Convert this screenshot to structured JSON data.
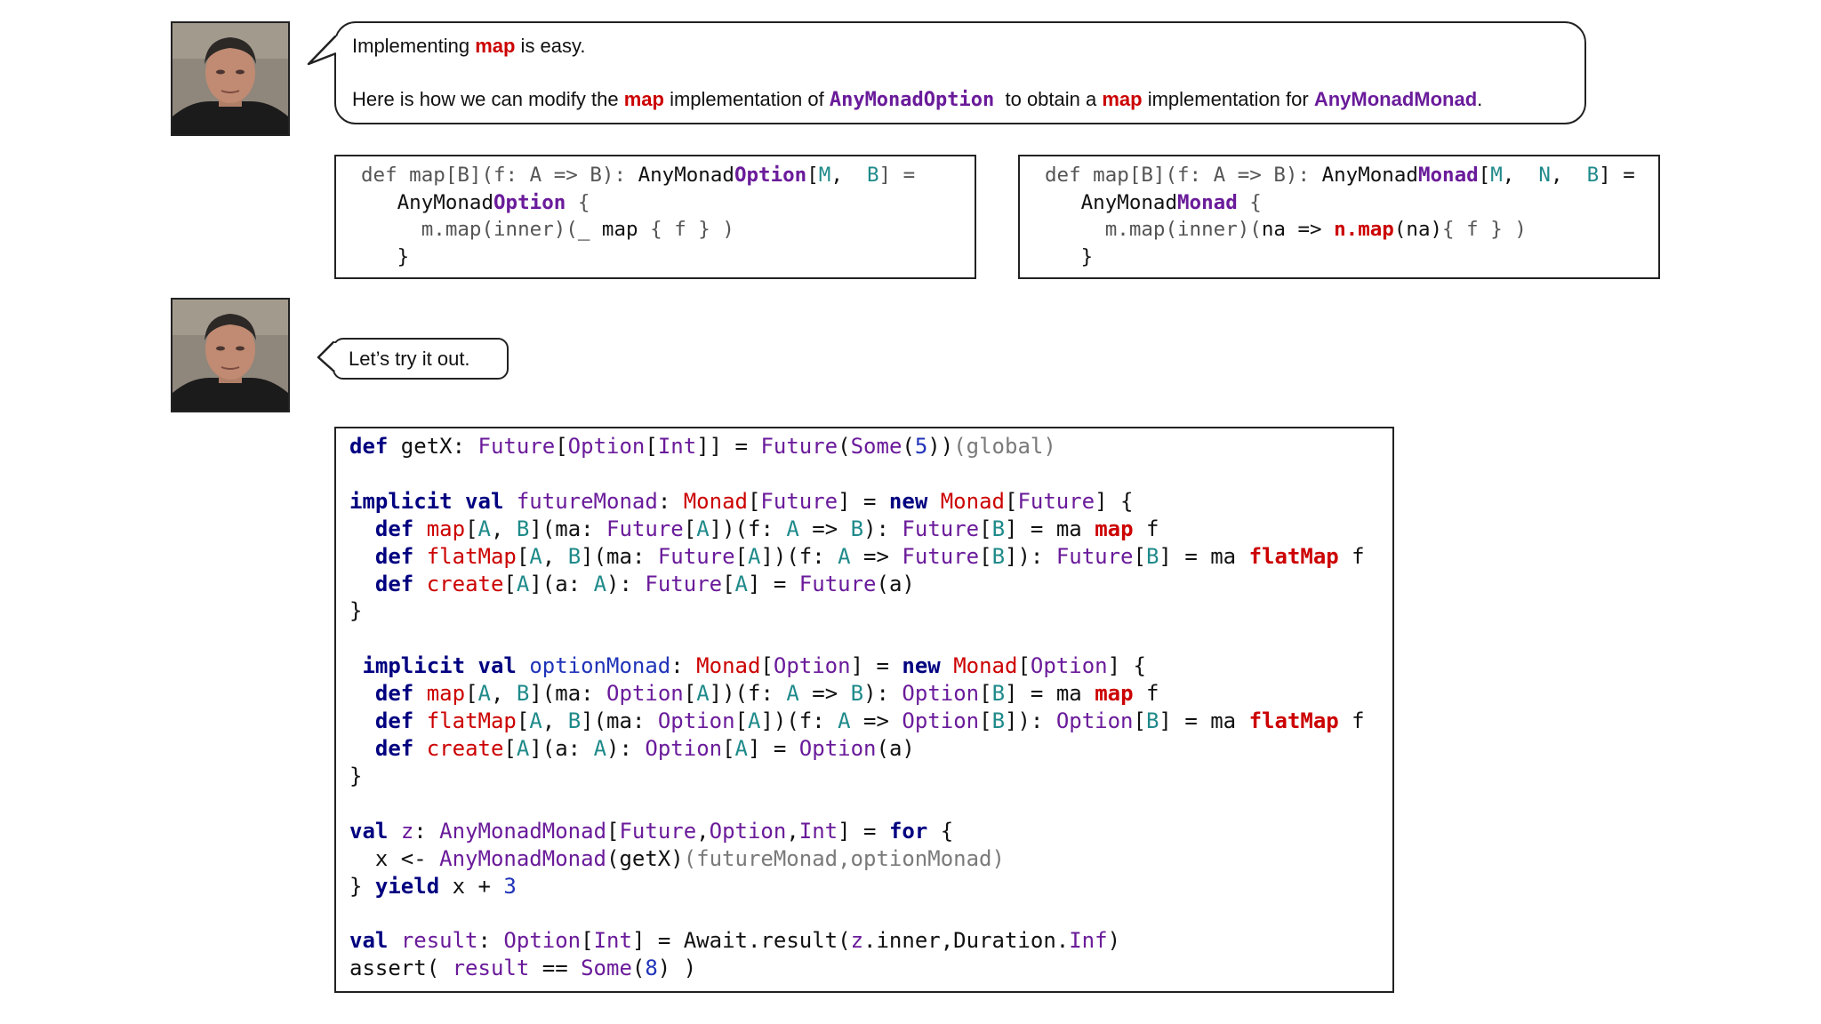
{
  "colors": {
    "keyword": "#000080",
    "red": "#cc0000",
    "purple": "#6a1b9a",
    "teal": "#1f8a8a",
    "blue": "#1f33b8",
    "gray": "#7a7a7a",
    "text": "#111111"
  },
  "avatar_icon": "person-photo-icon",
  "bubble1": {
    "line1": [
      {
        "t": "Implementing "
      },
      {
        "t": "map",
        "c": "red",
        "b": true
      },
      {
        "t": " is easy."
      }
    ],
    "line2": [
      {
        "t": "Here is how we can modify the "
      },
      {
        "t": "map",
        "c": "red",
        "b": true
      },
      {
        "t": " implementation of "
      },
      {
        "t": "AnyMonadOption",
        "c": "purple",
        "b": true,
        "mono": true
      },
      {
        "t": "  to obtain a "
      },
      {
        "t": "map",
        "c": "red",
        "b": true
      },
      {
        "t": " implementation for "
      },
      {
        "t": "AnyMonadMonad",
        "c": "purple",
        "b": true
      },
      {
        "t": "."
      }
    ]
  },
  "bubble2": {
    "text": [
      {
        "t": "Let’s try it out."
      }
    ]
  },
  "code_left": [
    [
      {
        "t": "def map[B](f: A => B): "
      },
      {
        "t": "AnyMonad",
        "c": "text"
      },
      {
        "t": "Option",
        "c": "purple",
        "b": true
      },
      {
        "t": "[",
        "c": "text"
      },
      {
        "t": "M",
        "c": "teal"
      },
      {
        "t": ",  ",
        "c": "text"
      },
      {
        "t": "B",
        "c": "teal"
      },
      {
        "t": "] ="
      }
    ],
    [
      {
        "t": "   "
      },
      {
        "t": "AnyMonad",
        "c": "text"
      },
      {
        "t": "Option",
        "c": "purple",
        "b": true
      },
      {
        "t": " {"
      }
    ],
    [
      {
        "t": "     m.map(inner)("
      },
      {
        "t": "_ map",
        "c": "text"
      },
      {
        "t": " { f } )"
      }
    ],
    [
      {
        "t": "   "
      },
      {
        "t": "}",
        "c": "text"
      }
    ]
  ],
  "code_right": [
    [
      {
        "t": "def map[B](f: A => B): "
      },
      {
        "t": "AnyMonad",
        "c": "text"
      },
      {
        "t": "Monad",
        "c": "purple",
        "b": true
      },
      {
        "t": "[",
        "c": "text"
      },
      {
        "t": "M",
        "c": "teal"
      },
      {
        "t": ",  ",
        "c": "text"
      },
      {
        "t": "N",
        "c": "teal"
      },
      {
        "t": ",  ",
        "c": "text"
      },
      {
        "t": "B",
        "c": "teal"
      },
      {
        "t": "] =",
        "c": "text"
      }
    ],
    [
      {
        "t": "   "
      },
      {
        "t": "AnyMonad",
        "c": "text"
      },
      {
        "t": "Monad",
        "c": "purple",
        "b": true
      },
      {
        "t": " {"
      }
    ],
    [
      {
        "t": "     m.map(inner)("
      },
      {
        "t": "na =>",
        "c": "text"
      },
      {
        "t": " "
      },
      {
        "t": "n.map",
        "c": "red",
        "b": true
      },
      {
        "t": "(na)",
        "c": "text"
      },
      {
        "t": "{ f } )"
      }
    ],
    [
      {
        "t": "   "
      },
      {
        "t": "}",
        "c": "text"
      }
    ]
  ],
  "code_main": [
    [
      {
        "t": "def",
        "c": "keyword",
        "b": true
      },
      {
        "t": " getX: "
      },
      {
        "t": "Future",
        "c": "purple"
      },
      {
        "t": "["
      },
      {
        "t": "Option",
        "c": "purple"
      },
      {
        "t": "["
      },
      {
        "t": "Int",
        "c": "purple"
      },
      {
        "t": "]] = "
      },
      {
        "t": "Future",
        "c": "purple"
      },
      {
        "t": "("
      },
      {
        "t": "Some",
        "c": "purple"
      },
      {
        "t": "("
      },
      {
        "t": "5",
        "c": "blue"
      },
      {
        "t": "))"
      },
      {
        "t": "(global)",
        "c": "gray"
      }
    ],
    [],
    [
      {
        "t": "implicit",
        "c": "keyword",
        "b": true
      },
      {
        "t": " "
      },
      {
        "t": "val",
        "c": "keyword",
        "b": true
      },
      {
        "t": " "
      },
      {
        "t": "futureMonad",
        "c": "purple"
      },
      {
        "t": ": "
      },
      {
        "t": "Monad",
        "c": "red"
      },
      {
        "t": "["
      },
      {
        "t": "Future",
        "c": "purple"
      },
      {
        "t": "] = "
      },
      {
        "t": "new",
        "c": "keyword",
        "b": true
      },
      {
        "t": " "
      },
      {
        "t": "Monad",
        "c": "red"
      },
      {
        "t": "["
      },
      {
        "t": "Future",
        "c": "purple"
      },
      {
        "t": "] {"
      }
    ],
    [
      {
        "t": "  "
      },
      {
        "t": "def",
        "c": "keyword",
        "b": true
      },
      {
        "t": " "
      },
      {
        "t": "map",
        "c": "red"
      },
      {
        "t": "["
      },
      {
        "t": "A",
        "c": "teal"
      },
      {
        "t": ", "
      },
      {
        "t": "B",
        "c": "teal"
      },
      {
        "t": "](ma: "
      },
      {
        "t": "Future",
        "c": "purple"
      },
      {
        "t": "["
      },
      {
        "t": "A",
        "c": "teal"
      },
      {
        "t": "])(f: "
      },
      {
        "t": "A",
        "c": "teal"
      },
      {
        "t": " => "
      },
      {
        "t": "B",
        "c": "teal"
      },
      {
        "t": "): "
      },
      {
        "t": "Future",
        "c": "purple"
      },
      {
        "t": "["
      },
      {
        "t": "B",
        "c": "teal"
      },
      {
        "t": "] = ma "
      },
      {
        "t": "map",
        "c": "red",
        "b": true
      },
      {
        "t": " f"
      }
    ],
    [
      {
        "t": "  "
      },
      {
        "t": "def",
        "c": "keyword",
        "b": true
      },
      {
        "t": " "
      },
      {
        "t": "flatMap",
        "c": "red"
      },
      {
        "t": "["
      },
      {
        "t": "A",
        "c": "teal"
      },
      {
        "t": ", "
      },
      {
        "t": "B",
        "c": "teal"
      },
      {
        "t": "](ma: "
      },
      {
        "t": "Future",
        "c": "purple"
      },
      {
        "t": "["
      },
      {
        "t": "A",
        "c": "teal"
      },
      {
        "t": "])(f: "
      },
      {
        "t": "A",
        "c": "teal"
      },
      {
        "t": " => "
      },
      {
        "t": "Future",
        "c": "purple"
      },
      {
        "t": "["
      },
      {
        "t": "B",
        "c": "teal"
      },
      {
        "t": "]): "
      },
      {
        "t": "Future",
        "c": "purple"
      },
      {
        "t": "["
      },
      {
        "t": "B",
        "c": "teal"
      },
      {
        "t": "] = ma "
      },
      {
        "t": "flatMap",
        "c": "red",
        "b": true
      },
      {
        "t": " f"
      }
    ],
    [
      {
        "t": "  "
      },
      {
        "t": "def",
        "c": "keyword",
        "b": true
      },
      {
        "t": " "
      },
      {
        "t": "create",
        "c": "red"
      },
      {
        "t": "["
      },
      {
        "t": "A",
        "c": "teal"
      },
      {
        "t": "](a: "
      },
      {
        "t": "A",
        "c": "teal"
      },
      {
        "t": "): "
      },
      {
        "t": "Future",
        "c": "purple"
      },
      {
        "t": "["
      },
      {
        "t": "A",
        "c": "teal"
      },
      {
        "t": "] = "
      },
      {
        "t": "Future",
        "c": "purple"
      },
      {
        "t": "(a)"
      }
    ],
    [
      {
        "t": "}"
      }
    ],
    [],
    [
      {
        "t": " "
      },
      {
        "t": "implicit",
        "c": "keyword",
        "b": true
      },
      {
        "t": " "
      },
      {
        "t": "val",
        "c": "keyword",
        "b": true
      },
      {
        "t": " "
      },
      {
        "t": "optionMonad",
        "c": "blue"
      },
      {
        "t": ": "
      },
      {
        "t": "Monad",
        "c": "red"
      },
      {
        "t": "["
      },
      {
        "t": "Option",
        "c": "purple"
      },
      {
        "t": "] = "
      },
      {
        "t": "new",
        "c": "keyword",
        "b": true
      },
      {
        "t": " "
      },
      {
        "t": "Monad",
        "c": "red"
      },
      {
        "t": "["
      },
      {
        "t": "Option",
        "c": "purple"
      },
      {
        "t": "] {"
      }
    ],
    [
      {
        "t": "  "
      },
      {
        "t": "def",
        "c": "keyword",
        "b": true
      },
      {
        "t": " "
      },
      {
        "t": "map",
        "c": "red"
      },
      {
        "t": "["
      },
      {
        "t": "A",
        "c": "teal"
      },
      {
        "t": ", "
      },
      {
        "t": "B",
        "c": "teal"
      },
      {
        "t": "](ma: "
      },
      {
        "t": "Option",
        "c": "purple"
      },
      {
        "t": "["
      },
      {
        "t": "A",
        "c": "teal"
      },
      {
        "t": "])(f: "
      },
      {
        "t": "A",
        "c": "teal"
      },
      {
        "t": " => "
      },
      {
        "t": "B",
        "c": "teal"
      },
      {
        "t": "): "
      },
      {
        "t": "Option",
        "c": "purple"
      },
      {
        "t": "["
      },
      {
        "t": "B",
        "c": "teal"
      },
      {
        "t": "] = ma "
      },
      {
        "t": "map",
        "c": "red",
        "b": true
      },
      {
        "t": " f"
      }
    ],
    [
      {
        "t": "  "
      },
      {
        "t": "def",
        "c": "keyword",
        "b": true
      },
      {
        "t": " "
      },
      {
        "t": "flatMap",
        "c": "red"
      },
      {
        "t": "["
      },
      {
        "t": "A",
        "c": "teal"
      },
      {
        "t": ", "
      },
      {
        "t": "B",
        "c": "teal"
      },
      {
        "t": "](ma: "
      },
      {
        "t": "Option",
        "c": "purple"
      },
      {
        "t": "["
      },
      {
        "t": "A",
        "c": "teal"
      },
      {
        "t": "])(f: "
      },
      {
        "t": "A",
        "c": "teal"
      },
      {
        "t": " => "
      },
      {
        "t": "Option",
        "c": "purple"
      },
      {
        "t": "["
      },
      {
        "t": "B",
        "c": "teal"
      },
      {
        "t": "]): "
      },
      {
        "t": "Option",
        "c": "purple"
      },
      {
        "t": "["
      },
      {
        "t": "B",
        "c": "teal"
      },
      {
        "t": "] = ma "
      },
      {
        "t": "flatMap",
        "c": "red",
        "b": true
      },
      {
        "t": " f"
      }
    ],
    [
      {
        "t": "  "
      },
      {
        "t": "def",
        "c": "keyword",
        "b": true
      },
      {
        "t": " "
      },
      {
        "t": "create",
        "c": "red"
      },
      {
        "t": "["
      },
      {
        "t": "A",
        "c": "teal"
      },
      {
        "t": "](a: "
      },
      {
        "t": "A",
        "c": "teal"
      },
      {
        "t": "): "
      },
      {
        "t": "Option",
        "c": "purple"
      },
      {
        "t": "["
      },
      {
        "t": "A",
        "c": "teal"
      },
      {
        "t": "] = "
      },
      {
        "t": "Option",
        "c": "purple"
      },
      {
        "t": "(a)"
      }
    ],
    [
      {
        "t": "}"
      }
    ],
    [],
    [
      {
        "t": "val",
        "c": "keyword",
        "b": true
      },
      {
        "t": " "
      },
      {
        "t": "z",
        "c": "purple"
      },
      {
        "t": ": "
      },
      {
        "t": "AnyMonadMonad",
        "c": "purple"
      },
      {
        "t": "["
      },
      {
        "t": "Future",
        "c": "purple"
      },
      {
        "t": ","
      },
      {
        "t": "Option",
        "c": "purple"
      },
      {
        "t": ","
      },
      {
        "t": "Int",
        "c": "purple"
      },
      {
        "t": "] = "
      },
      {
        "t": "for",
        "c": "keyword",
        "b": true
      },
      {
        "t": " {"
      }
    ],
    [
      {
        "t": "  x <- "
      },
      {
        "t": "AnyMonadMonad",
        "c": "purple"
      },
      {
        "t": "(getX)"
      },
      {
        "t": "(futureMonad,optionMonad)",
        "c": "gray"
      }
    ],
    [
      {
        "t": "} "
      },
      {
        "t": "yield",
        "c": "keyword",
        "b": true
      },
      {
        "t": " x + "
      },
      {
        "t": "3",
        "c": "blue"
      }
    ],
    [],
    [
      {
        "t": "val",
        "c": "keyword",
        "b": true
      },
      {
        "t": " "
      },
      {
        "t": "result",
        "c": "purple"
      },
      {
        "t": ": "
      },
      {
        "t": "Option",
        "c": "purple"
      },
      {
        "t": "["
      },
      {
        "t": "Int",
        "c": "purple"
      },
      {
        "t": "] = Await.result("
      },
      {
        "t": "z",
        "c": "purple"
      },
      {
        "t": ".inner,Duration."
      },
      {
        "t": "Inf",
        "c": "purple"
      },
      {
        "t": ")"
      }
    ],
    [
      {
        "t": "assert( "
      },
      {
        "t": "result",
        "c": "purple"
      },
      {
        "t": " == "
      },
      {
        "t": "Some",
        "c": "purple"
      },
      {
        "t": "("
      },
      {
        "t": "8",
        "c": "blue"
      },
      {
        "t": ") )"
      }
    ]
  ]
}
